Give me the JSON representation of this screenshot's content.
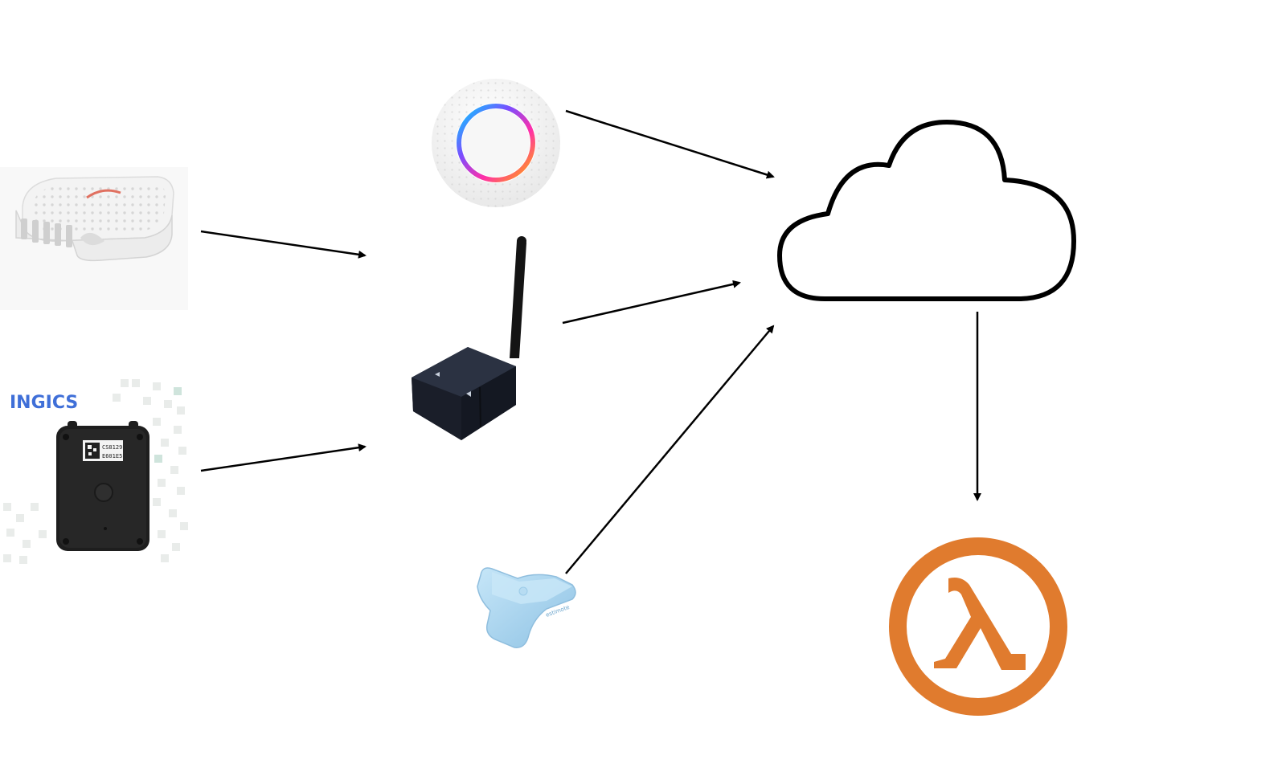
{
  "devices": {
    "ingics_brand": "INGICS",
    "ingics_tag_line1": "CS8129",
    "ingics_tag_line2": "E601E5",
    "puck_brand": "estimote"
  },
  "colors": {
    "arrow": "#000000",
    "cloud_stroke": "#000000",
    "lambda_orange": "#e07b2e",
    "ingics_blue": "#3f6fd8",
    "gateway_body": "#1b1f2a",
    "puck_blue": "#a9d4ef",
    "sensor_white": "#f1f1f1",
    "ring_gradient": [
      "#00d7ff",
      "#7b4dff",
      "#ff2fa8",
      "#ffb000"
    ]
  },
  "icons": [
    "air-quality-sensor-icon",
    "ingics-beacon-icon",
    "ceiling-bluetooth-gateway-icon",
    "usb-bluetooth-gateway-icon",
    "estimote-beacon-icon",
    "cloud-icon",
    "lambda-logo-icon"
  ]
}
